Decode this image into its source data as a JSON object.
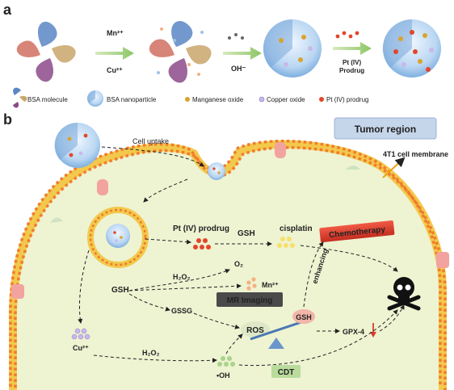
{
  "panel_a": {
    "letter": "a",
    "arrow1": {
      "top": "Mn²⁺",
      "bottom": "Cu²⁺"
    },
    "arrow2": {
      "label": "OH⁻"
    },
    "arrow3": {
      "line1": "Pt (IV)",
      "line2": "Prodrug"
    },
    "legend": [
      {
        "label": "BSA molecule",
        "icon": "protein-icon"
      },
      {
        "label": "BSA nanoparticle",
        "icon": "nanoparticle-icon"
      },
      {
        "label": "Manganese oxide",
        "color": "#d9a42c"
      },
      {
        "label": "Copper oxide",
        "color": "#c9b8ea"
      },
      {
        "label": "Pt (IV) prodrug",
        "color": "#e2462a"
      }
    ]
  },
  "panel_b": {
    "letter": "b",
    "tumor_region": "Tumor region",
    "cell_uptake": "Cell uptake",
    "membrane_label": "4T1 cell membrane",
    "pt_prodrug": "Pt (IV) prodrug",
    "gsh_top": "GSH",
    "cisplatin": "cisplatin",
    "chemotherapy": "Chemotherapy",
    "enhancing": "enhancing",
    "h2o2_top": "H₂O₂",
    "o2": "O₂",
    "mn2": "Mn²⁺",
    "gsh_left": "GSH",
    "mr_imaging": "MR Imaging",
    "gssg": "GSSG",
    "ros": "ROS",
    "gsh_balance": "GSH",
    "gpx4": "GPX-4",
    "cu2": "Cu²⁺",
    "h2o2_bottom": "H₂O₂",
    "oh_radical": "•OH",
    "cdt": "CDT",
    "colors": {
      "membrane_head": "#f0772a",
      "membrane_tail": "#f2c94c",
      "cell_fill": "#eef3d2",
      "chemo_red": "#d93a2b",
      "mr_dark": "#4a4a4a",
      "cdt_green": "#b9dc9c",
      "tumor_box": "#c5d5ea"
    }
  }
}
